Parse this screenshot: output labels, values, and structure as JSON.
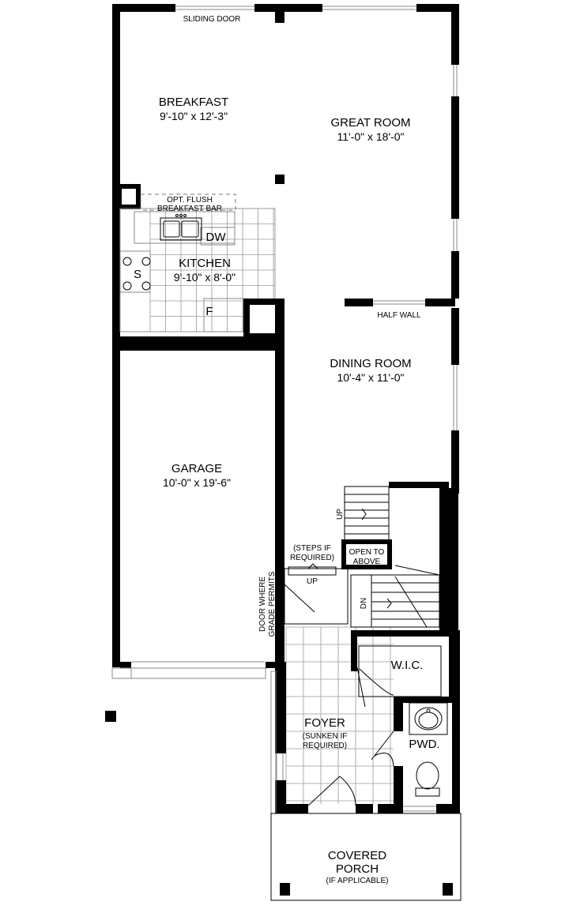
{
  "rooms": {
    "breakfast": {
      "name": "BREAKFAST",
      "dim": "9'-10\" x 12'-3\""
    },
    "great_room": {
      "name": "GREAT ROOM",
      "dim": "11'-0\" x 18'-0\""
    },
    "kitchen": {
      "name": "KITCHEN",
      "dim": "9'-10\" x 8'-0\""
    },
    "dining_room": {
      "name": "DINING ROOM",
      "dim": "10'-4\" x 11'-0\""
    },
    "garage": {
      "name": "GARAGE",
      "dim": "10'-0\" x 19'-6\""
    },
    "wic": {
      "name": "W.I.C."
    },
    "foyer": {
      "name": "FOYER",
      "note_line1": "(SUNKEN IF",
      "note_line2": "REQUIRED)"
    },
    "powder": {
      "name": "PWD."
    },
    "porch": {
      "name_line1": "COVERED",
      "name_line2": "PORCH",
      "note": "(IF APPLICABLE)"
    }
  },
  "notes": {
    "sliding_door": "SLIDING DOOR",
    "breakfast_bar_line1": "OPT. FLUSH",
    "breakfast_bar_line2": "BREAKFAST BAR",
    "half_wall": "HALF WALL",
    "steps_line1": "(STEPS IF",
    "steps_line2": "REQUIRED)",
    "open_above_line1": "OPEN TO",
    "open_above_line2": "ABOVE",
    "garage_door_line1": "DOOR WHERE",
    "garage_door_line2": "GRADE PERMITS"
  },
  "appliances": {
    "dishwasher": "DW",
    "stove": "S",
    "fridge": "F"
  },
  "stairs": {
    "up_upper": "UP",
    "up_lower": "UP",
    "down": "DN"
  }
}
